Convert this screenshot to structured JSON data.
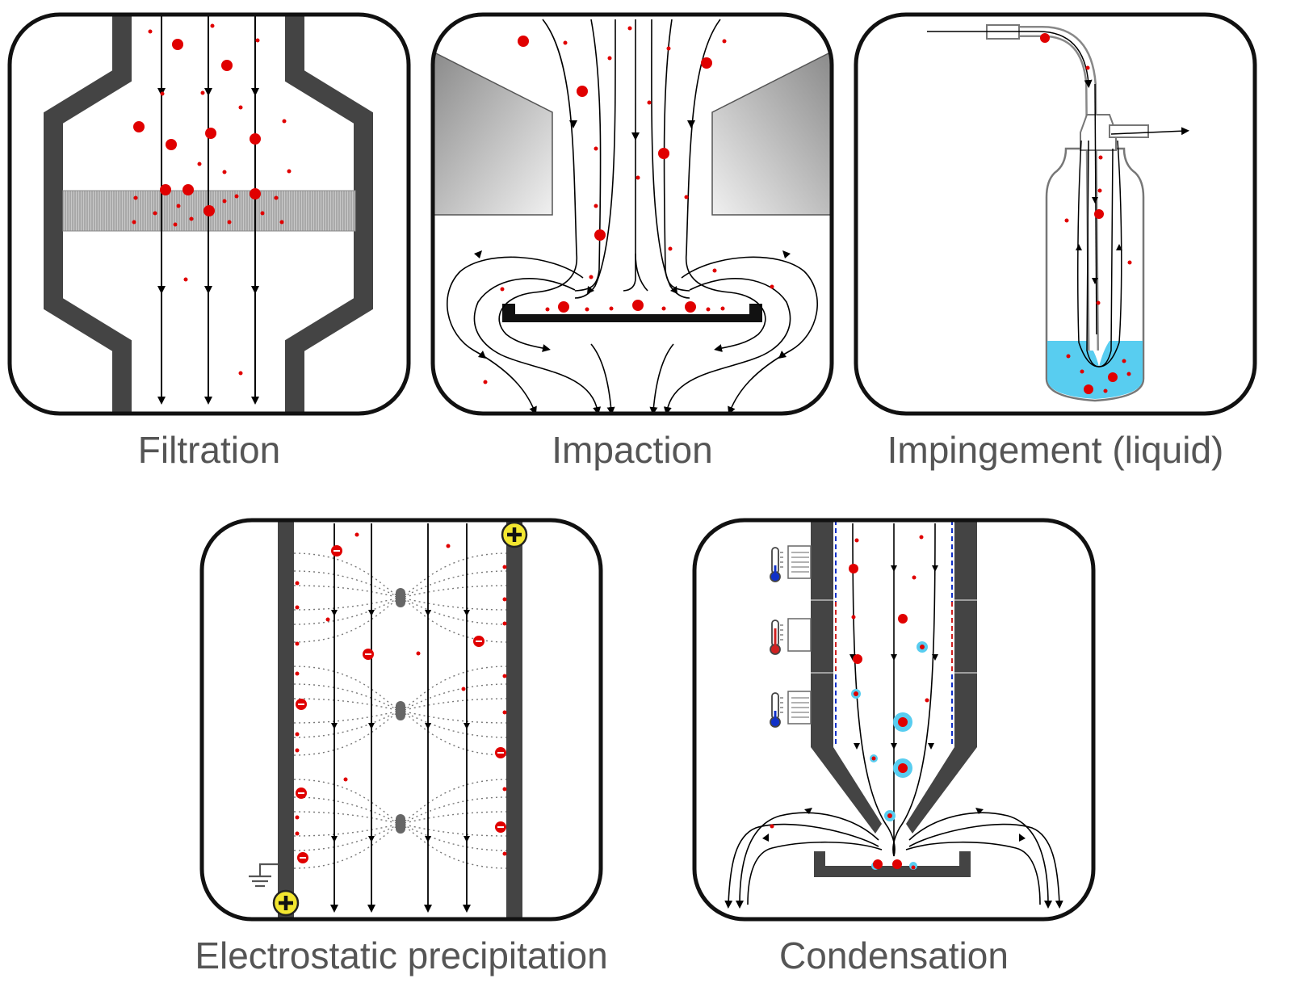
{
  "panels": [
    {
      "id": "filtration",
      "caption": "Filtration"
    },
    {
      "id": "impaction",
      "caption": "Impaction"
    },
    {
      "id": "impingement",
      "caption": "Impingement (liquid)"
    },
    {
      "id": "electrostatic",
      "caption": "Electrostatic precipitation"
    },
    {
      "id": "condensation",
      "caption": "Condensation"
    }
  ],
  "colors": {
    "particle": "#e00000",
    "wall": "#444444",
    "liquid": "#58cdf0",
    "charge_symbol_fill": "#f2e630",
    "cold": "#1030c8",
    "warm": "#d02020",
    "frame": "#111111"
  },
  "icons": [
    "thermometer-icon",
    "ground-symbol-icon",
    "plus-charge-icon",
    "minus-charge-icon"
  ]
}
